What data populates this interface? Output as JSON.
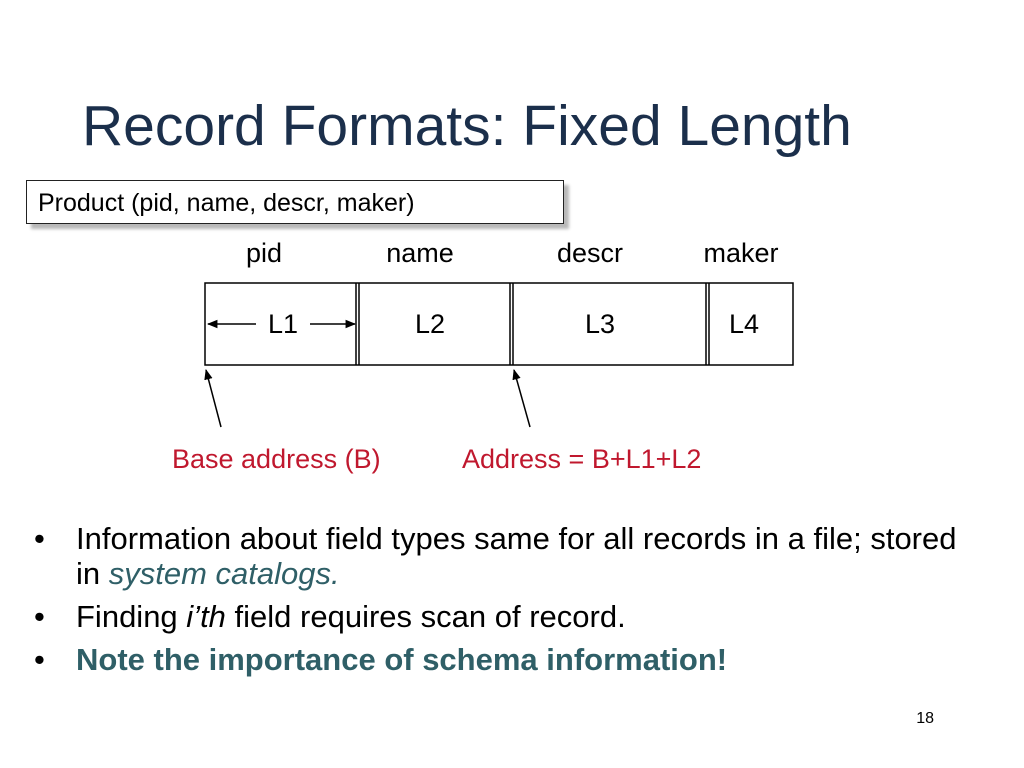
{
  "slide": {
    "title": "Record Formats:  Fixed Length",
    "schema": "Product (pid, name, descr, maker)",
    "page_number": "18"
  },
  "record": {
    "headers": [
      "pid",
      "name",
      "descr",
      "maker"
    ],
    "cells": [
      "L1",
      "L2",
      "L3",
      "L4"
    ],
    "base_label": "Base address (B)",
    "address_label": "Address = B+L1+L2"
  },
  "bullets": [
    {
      "before": "Information about field types same for all records in a file; stored in ",
      "emphasis": "system catalogs."
    },
    {
      "before": "Finding ",
      "emphasis": "i’th",
      "after": " field requires scan of record."
    },
    {
      "strong": "Note the importance of schema information!"
    }
  ],
  "bullet_glyph": "•",
  "colors": {
    "title": "#1b2f4b",
    "address_labels": "#c0182e",
    "emphasis": "#2f5f67"
  }
}
